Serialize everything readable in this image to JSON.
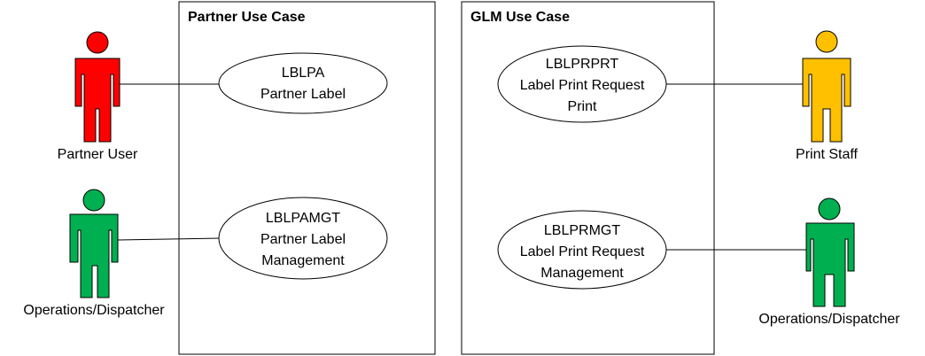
{
  "boundaries": [
    {
      "title": "Partner Use Case"
    },
    {
      "title": "GLM Use Case"
    }
  ],
  "use_cases": [
    {
      "lines": [
        "LBLPA",
        "Partner Label"
      ]
    },
    {
      "lines": [
        "LBLPAMGT",
        "Partner Label",
        "Management"
      ]
    },
    {
      "lines": [
        "LBLPRPRT",
        "Label Print Request",
        "Print"
      ]
    },
    {
      "lines": [
        "LBLPRMGT",
        "Label Print Request",
        "Management"
      ]
    }
  ],
  "actors": [
    {
      "label": "Partner User",
      "color": "#FF0000"
    },
    {
      "label": "Operations/Dispatcher",
      "color": "#00B050"
    },
    {
      "label": "Print Staff",
      "color": "#FFC000"
    },
    {
      "label": "Operations/Dispatcher",
      "color": "#00B050"
    }
  ]
}
